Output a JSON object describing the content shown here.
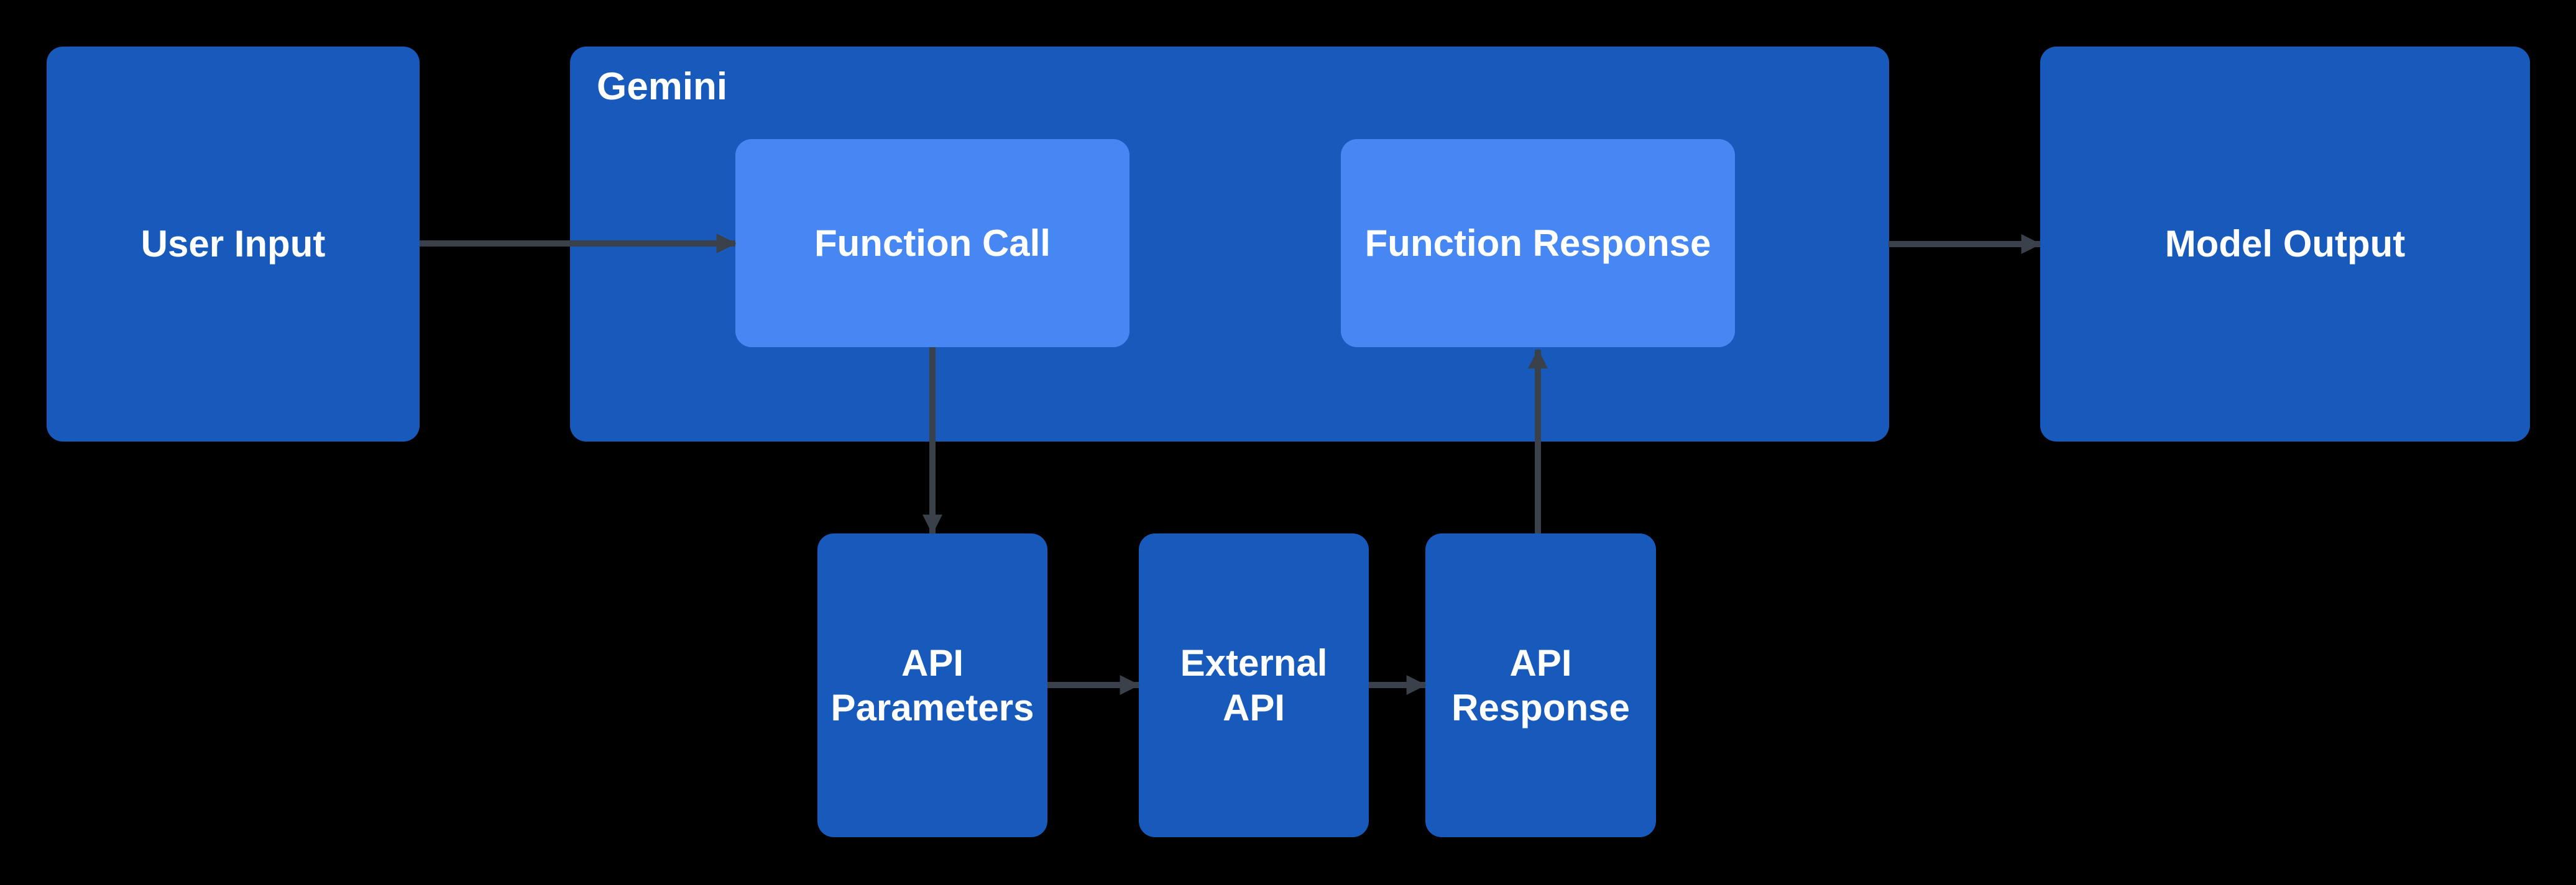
{
  "colors": {
    "background": "#000000",
    "container": "#185ABC",
    "node": "#4787F4",
    "arrow": "#3A414A",
    "text": "#FFFFFF"
  },
  "nodes": {
    "user_input": {
      "label": "User Input"
    },
    "gemini": {
      "label": "Gemini"
    },
    "function_call": {
      "label": "Function Call"
    },
    "function_response": {
      "label": "Function Response"
    },
    "model_output": {
      "label": "Model Output"
    },
    "api_parameters": {
      "label": "API\nParameters"
    },
    "external_api": {
      "label": "External\nAPI"
    },
    "api_response": {
      "label": "API\nResponse"
    }
  },
  "edges": [
    {
      "from": "user_input",
      "to": "function_call"
    },
    {
      "from": "function_call",
      "to": "api_parameters"
    },
    {
      "from": "api_parameters",
      "to": "external_api"
    },
    {
      "from": "external_api",
      "to": "api_response"
    },
    {
      "from": "api_response",
      "to": "function_response"
    },
    {
      "from": "gemini",
      "to": "model_output"
    }
  ]
}
